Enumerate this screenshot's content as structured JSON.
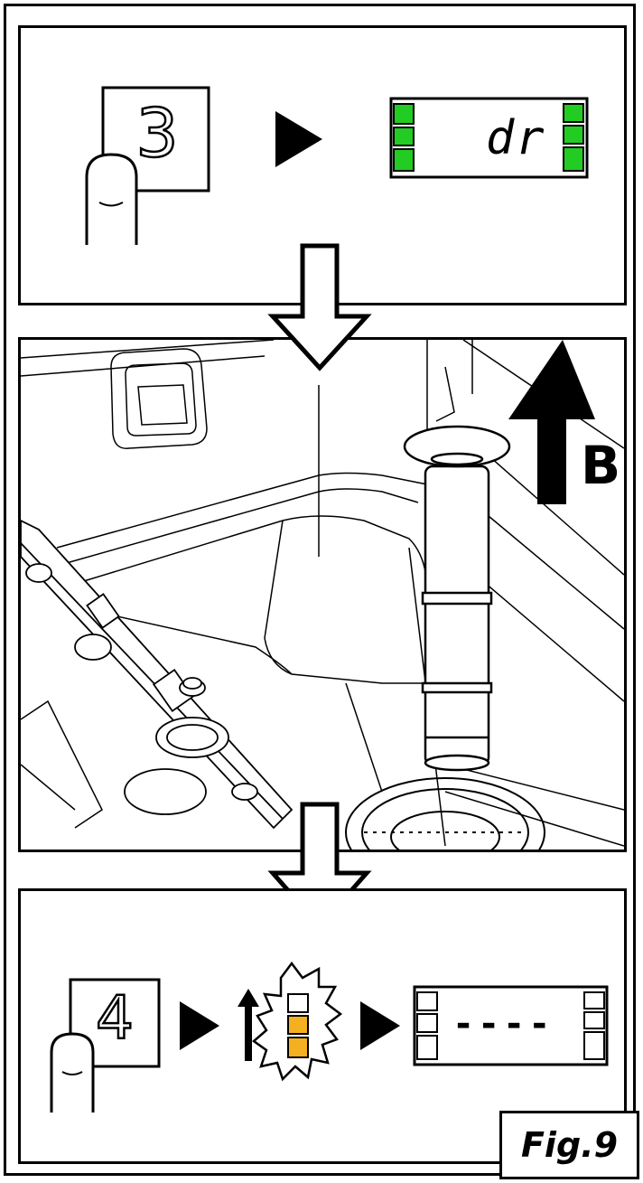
{
  "figure_label": "Fig.9",
  "step_top": {
    "key_number": "3",
    "display_code": "dr"
  },
  "step_middle": {
    "direction_label": "B"
  },
  "step_bottom": {
    "key_number": "4",
    "display_code": "----"
  },
  "colors": {
    "led_green": "#22cc22",
    "led_orange": "#f4b020",
    "outline": "#000000",
    "background": "#ffffff"
  },
  "icons": [
    "finger-press-icon",
    "play-arrow-icon",
    "hollow-down-arrow-icon",
    "up-arrow-icon",
    "burst-flash-icon"
  ]
}
